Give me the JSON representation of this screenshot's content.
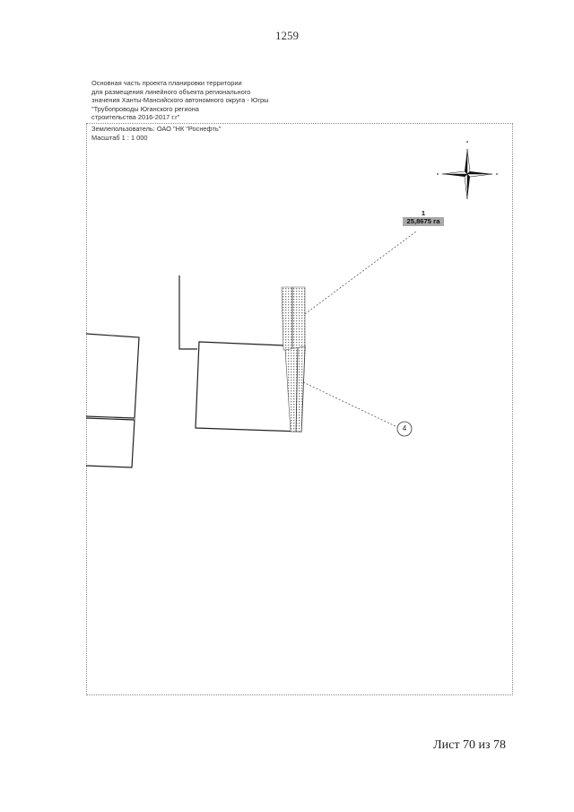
{
  "page_number": "1259",
  "header": {
    "lines": [
      "Основная часть проекта планировки территории",
      "для размещения линейного объекта регионального",
      "значения Ханты-Мансийского автономного округа - Югры",
      "\"Трубопроводы Юганского региона",
      "строительства 2016-2017 г.г\""
    ]
  },
  "land_user": "Землепользователь: ОАО \"НК \"Роснефть\"",
  "scale": "Масштаб 1 : 1 000",
  "parcel": {
    "number": "1",
    "area": "25,8675 га"
  },
  "marker": {
    "label": "4"
  },
  "compass": {
    "icon": "north-arrow-compass-icon"
  },
  "sheet_info": "Лист 70 из 78"
}
